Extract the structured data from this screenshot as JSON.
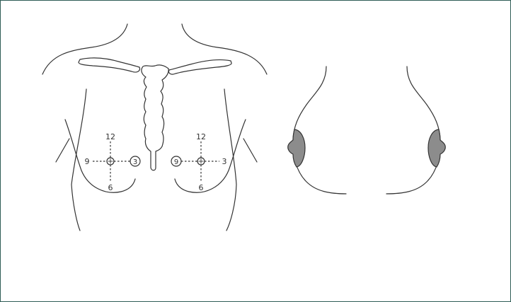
{
  "diagram": {
    "left_breast_clock": {
      "top": "12",
      "left": "9",
      "right": "3",
      "bottom": "6"
    },
    "right_breast_clock": {
      "top": "12",
      "left": "9",
      "right": "3",
      "bottom": "6"
    },
    "colors": {
      "frame_border": "#2f5c56",
      "line": "#333333",
      "tissue_fill": "#8c8c8c",
      "background": "#ffffff"
    }
  }
}
